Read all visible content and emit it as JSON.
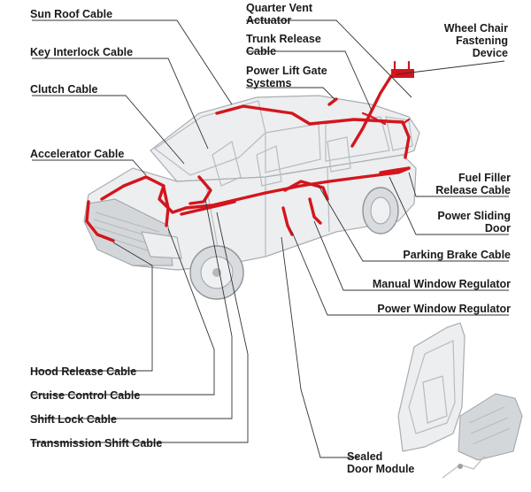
{
  "diagram": {
    "labels": {
      "sun_roof_cable": "Sun Roof Cable",
      "key_interlock_cable": "Key Interlock Cable",
      "clutch_cable": "Clutch Cable",
      "accelerator_cable": "Accelerator Cable",
      "quarter_vent_actuator_1": "Quarter Vent",
      "quarter_vent_actuator_2": "Actuator",
      "trunk_release_cable_1": "Trunk Release",
      "trunk_release_cable_2": "Cable",
      "power_lift_gate_1": "Power Lift Gate",
      "power_lift_gate_2": "Systems",
      "wheel_chair_1": "Wheel Chair",
      "wheel_chair_2": "Fastening",
      "wheel_chair_3": "Device",
      "fuel_filler_1": "Fuel Filler",
      "fuel_filler_2": "Release Cable",
      "power_sliding_1": "Power Sliding",
      "power_sliding_2": "Door",
      "parking_brake_cable": "Parking Brake Cable",
      "manual_window_regulator": "Manual Window Regulator",
      "power_window_regulator": "Power Window Regulator",
      "hood_release_cable": "Hood Release Cable",
      "cruise_control_cable": "Cruise Control Cable",
      "shift_lock_cable": "Shift Lock Cable",
      "transmission_shift_cable": "Transmission Shift Cable",
      "sealed_door_module_1": "Sealed",
      "sealed_door_module_2": "Door Module"
    },
    "colors": {
      "cable": "#d4151c",
      "leader": "#333333",
      "text": "#1a1a1a"
    }
  }
}
